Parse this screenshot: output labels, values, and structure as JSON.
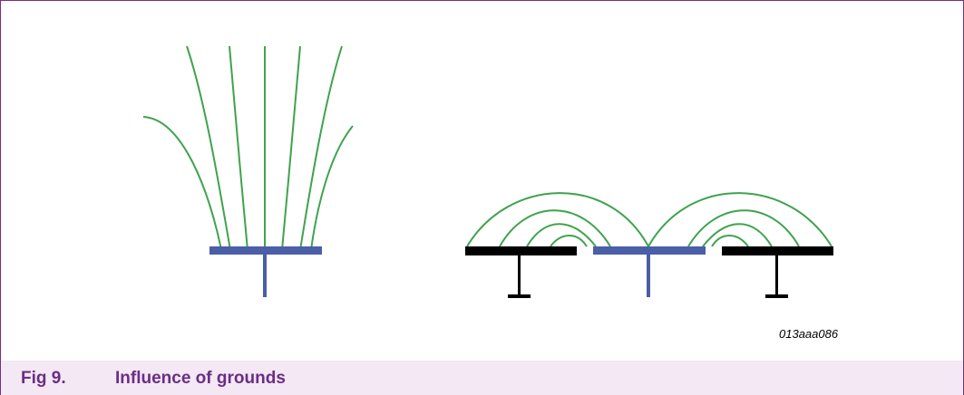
{
  "figure": {
    "number": "Fig 9.",
    "title": "Influence of grounds",
    "identifier": "013aaa086"
  },
  "colors": {
    "field_line": "#3fa34d",
    "sensor_electrode": "#4a5fa8",
    "ground_electrode": "#000000",
    "caption_text": "#6b2d85",
    "caption_background": "#f3e8f4",
    "frame_border": "#7b2c82"
  }
}
